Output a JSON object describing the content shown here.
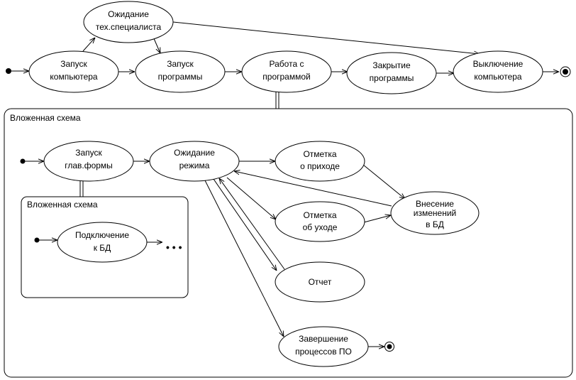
{
  "states": {
    "wait_tech": [
      "Ожидание",
      "тех.специалиста"
    ],
    "start_pc": [
      "Запуск",
      "компьютера"
    ],
    "start_program": [
      "Запуск",
      "программы"
    ],
    "work_program": [
      "Работа с",
      "программой"
    ],
    "close_program": [
      "Закрытие",
      "программы"
    ],
    "shutdown_pc": [
      "Выключение",
      "компьютера"
    ],
    "start_main_form": [
      "Запуск",
      "глав.формы"
    ],
    "wait_mode": [
      "Ожидание",
      "режима"
    ],
    "mark_arrival": [
      "Отметка",
      "о приходе"
    ],
    "mark_leave": [
      "Отметка",
      "об уходе"
    ],
    "report": [
      "Отчет"
    ],
    "db_changes": [
      "Внесение",
      "изменений",
      "в БД"
    ],
    "finish_processes": [
      "Завершение",
      "процессов ПО"
    ],
    "connect_db": [
      "Подключение",
      "к БД"
    ]
  },
  "nested_outer": {
    "title": "Вложенная схема"
  },
  "nested_inner": {
    "title": "Вложенная схема"
  },
  "ellipsis": "• • •"
}
